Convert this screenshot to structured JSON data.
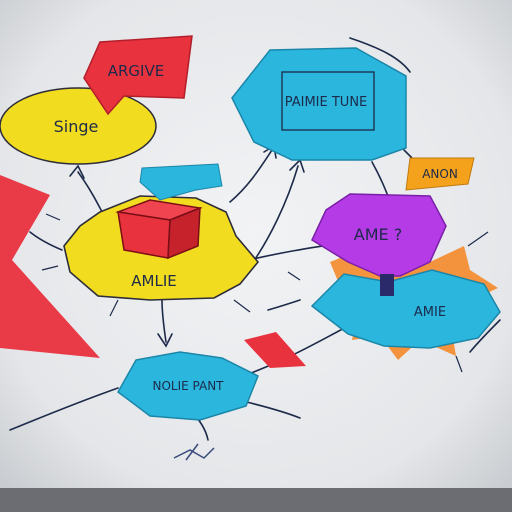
{
  "colors": {
    "board": "#e6e8eb",
    "red": "#e8323e",
    "yellow": "#f2dc1f",
    "blue": "#2bb6dd",
    "purple": "#b43be6",
    "orange": "#f4a21c",
    "ink": "#1d2a4a"
  },
  "nodes": {
    "top_red_flag": {
      "label": "ARGIVE",
      "color": "red"
    },
    "top_yellow_oval": {
      "label": "Singe",
      "color": "yellow"
    },
    "top_blue_note": {
      "label": "PAIMIE TUNE",
      "color": "blue"
    },
    "small_blue_note": {
      "label": "",
      "color": "blue"
    },
    "center_red_cube": {
      "label": "",
      "color": "red"
    },
    "center_yellow_burst": {
      "label": "AMLIE",
      "color": "yellow"
    },
    "left_red_wedge": {
      "label": "",
      "color": "red"
    },
    "small_yellow_tag": {
      "label": "ANON",
      "color": "orange"
    },
    "purple_sign": {
      "label": "AME ?",
      "color": "purple"
    },
    "right_blue_burst": {
      "label": "AMIE",
      "color": "blue"
    },
    "small_red_flag": {
      "label": "",
      "color": "red"
    },
    "bottom_blue_hex": {
      "label": "NOLIE PANT",
      "color": "blue"
    }
  }
}
